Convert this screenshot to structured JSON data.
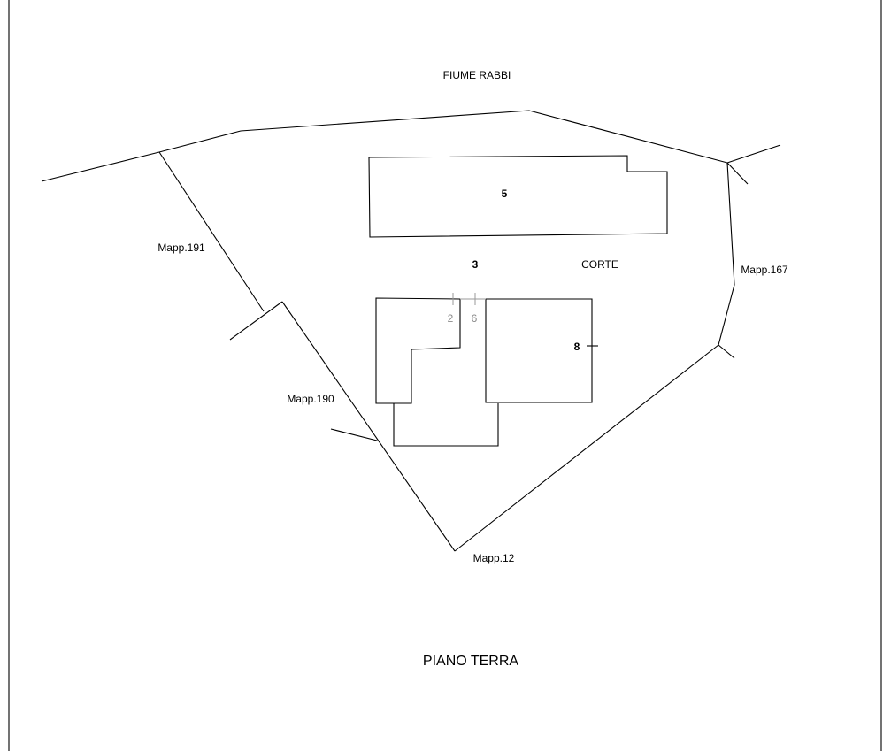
{
  "river_label": "FIUME RABBI",
  "courtyard": {
    "label": "CORTE",
    "subalterno": "3"
  },
  "units": {
    "upper_building": "5",
    "right_room": "8",
    "small_left": "2",
    "small_right": "6"
  },
  "neighbors": {
    "west": "Mapp.191",
    "southwest": "Mapp.190",
    "south": "Mapp.12",
    "east": "Mapp.167"
  },
  "floor_title": "PIANO TERRA",
  "colors": {
    "line": "#000000",
    "faint_label": "#8a8a8a",
    "background": "#ffffff"
  }
}
